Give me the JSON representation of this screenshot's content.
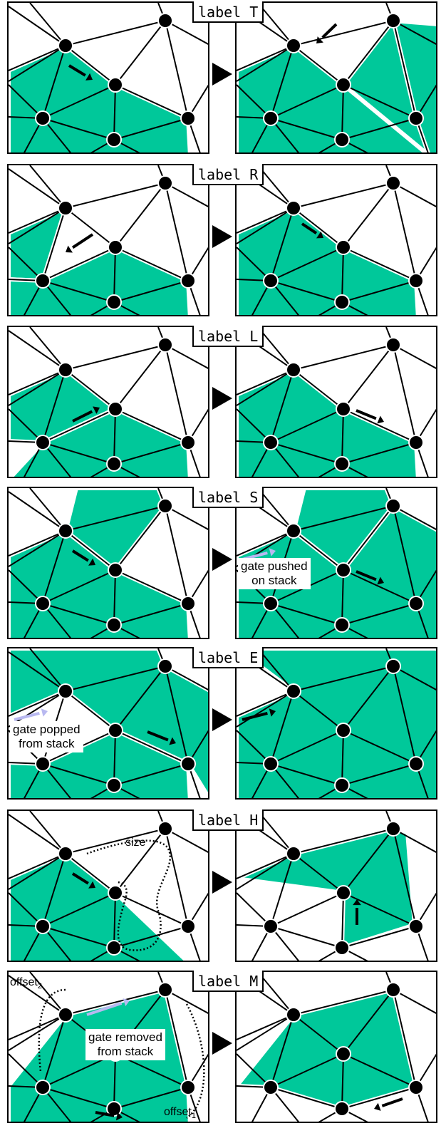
{
  "colors": {
    "fill": "#00c89a",
    "edge": "#000000",
    "highlight_arrow": "#b8b8f0"
  },
  "rows": [
    {
      "label": "label T"
    },
    {
      "label": "label R"
    },
    {
      "label": "label L"
    },
    {
      "label": "label S",
      "note": "gate pushed\non stack"
    },
    {
      "label": "label E",
      "note": "gate popped\nfrom stack"
    },
    {
      "label": "label H",
      "note": "size"
    },
    {
      "label": "label M",
      "note": "gate removed\nfrom stack",
      "offset1_base": "offset",
      "offset1_sub": "1",
      "offset2_base": "offset",
      "offset2_sub": "2"
    }
  ]
}
